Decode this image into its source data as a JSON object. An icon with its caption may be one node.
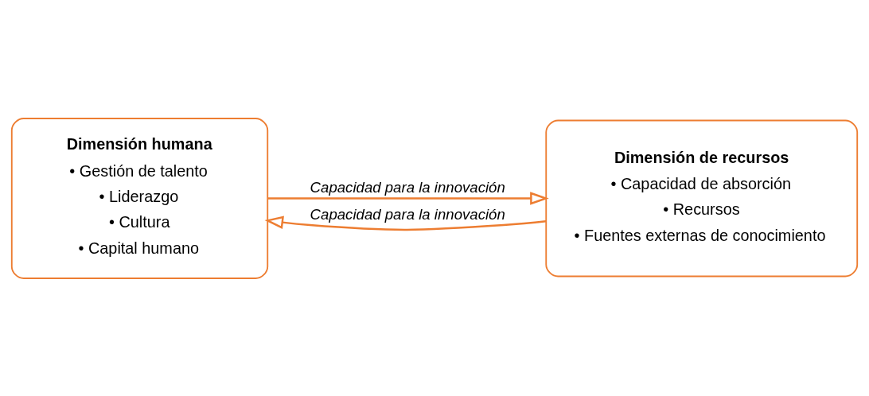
{
  "diagram": {
    "nodes": [
      {
        "text": [
          "Dimensión humana",
          "• Gestión de talento",
          "• Liderazgo",
          "• Cultura",
          "• Capital humano"
        ]
      },
      {
        "text": [
          "Dimensión de recursos",
          "• Capacidad de absorción",
          "• Recursos",
          "• Fuentes externas de conocimiento"
        ]
      }
    ],
    "edges": [
      {
        "from": 0,
        "to": 1,
        "arrow": "to",
        "label": "Capacidad para la innovación"
      },
      {
        "from": 1,
        "to": 0,
        "arrow": "to",
        "label": "Capacidad para la innovación"
      }
    ]
  }
}
